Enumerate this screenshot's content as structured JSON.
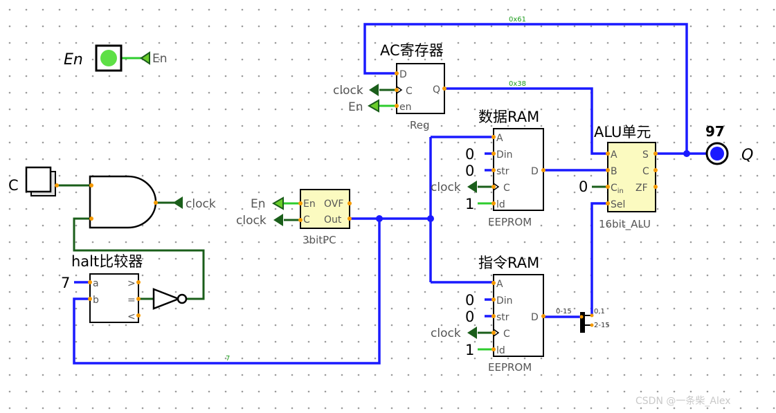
{
  "inputs": {
    "en_pin": {
      "label": "En",
      "tunnel": "En"
    },
    "c_button": {
      "label": "C"
    }
  },
  "registers": {
    "ac": {
      "title": "AC寄存器",
      "pin_d": "D",
      "pin_c": "C",
      "pin_q": "Q",
      "pin_en": "en",
      "sub": "Reg",
      "tunnel_clock": "clock",
      "tunnel_en": "En"
    }
  },
  "bus_labels": {
    "top": "0x61",
    "ac_out": "0x38",
    "bottom": "7",
    "split_in": "0-15",
    "split_a": "0,1",
    "split_b": "2-15"
  },
  "alu": {
    "title": "ALU单元",
    "pin_a": "A",
    "pin_b": "B",
    "pin_cin": "C",
    "pin_cin_sub": "in",
    "pin_sel": "Sel",
    "pin_s": "S",
    "pin_c": "C",
    "pin_zf": "ZF",
    "sub": "16bit_ALU",
    "const_cin": "0"
  },
  "probe": {
    "value": "97",
    "label": "Q"
  },
  "data_ram": {
    "title": "数据RAM",
    "pin_a": "A",
    "pin_din": "Din",
    "pin_str": "str",
    "pin_c": "C",
    "pin_ld": "ld",
    "pin_d": "D",
    "sub": "EEPROM",
    "const_din": "0",
    "const_str": "0",
    "const_ld": "1",
    "tunnel_clock": "clock"
  },
  "instr_ram": {
    "title": "指令RAM",
    "pin_a": "A",
    "pin_din": "Din",
    "pin_str": "str",
    "pin_c": "C",
    "pin_ld": "ld",
    "pin_d": "D",
    "sub": "EEPROM",
    "const_din": "0",
    "const_str": "0",
    "const_ld": "1",
    "tunnel_clock": "clock"
  },
  "pc": {
    "pin_en": "En",
    "pin_c": "C",
    "pin_ovf": "OVF",
    "pin_out": "Out",
    "sub": "3bitPC",
    "tunnel_en": "En",
    "tunnel_clock": "clock"
  },
  "and_gate": {
    "tunnel_clock": "clock"
  },
  "comparator": {
    "title": "halt比较器",
    "pin_a": "a",
    "pin_b": "b",
    "pin_gt": ">",
    "pin_eq": "=",
    "pin_lt": "<",
    "const_a": "7"
  },
  "watermark": "CSDN @一条柴_Alex"
}
